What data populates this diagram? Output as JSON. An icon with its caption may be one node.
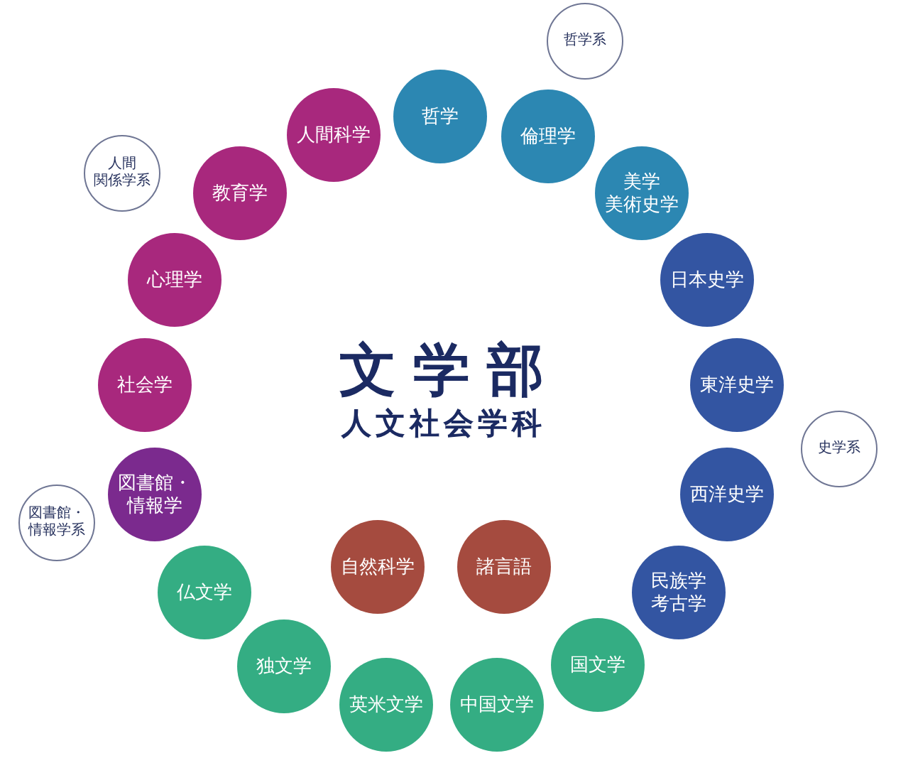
{
  "diagram": {
    "title": "文学部",
    "nodes": [
      {
        "text": [
          "哲学"
        ]
      },
      {
        "text": [
          "倫理学"
        ]
      },
      {
        "text": [
          "美学美術史学"
        ]
      },
      {
        "text": [
          "日本史学"
        ]
      },
      {
        "text": [
          "東洋史学"
        ]
      },
      {
        "text": [
          "西洋史学"
        ]
      },
      {
        "text": [
          "民族学考古学"
        ]
      },
      {
        "text": [
          "国文学"
        ]
      },
      {
        "text": [
          "中国文学"
        ]
      },
      {
        "text": [
          "英米文学"
        ]
      },
      {
        "text": [
          "独文学"
        ]
      },
      {
        "text": [
          "仏文学"
        ]
      },
      {
        "text": [
          "図書館・情報学"
        ]
      },
      {
        "text": [
          "社会学"
        ]
      },
      {
        "text": [
          "心理学"
        ]
      },
      {
        "text": [
          "教育学"
        ]
      },
      {
        "text": [
          "人間科学"
        ]
      },
      {
        "text": [
          "自然科学"
        ]
      },
      {
        "text": [
          "諸言語"
        ]
      },
      {
        "text": [
          "哲学系"
        ]
      },
      {
        "text": [
          "史学系"
        ]
      },
      {
        "text": [
          "図書館・情報学系"
        ]
      },
      {
        "text": [
          "人間関係学系"
        ]
      }
    ],
    "labels": [
      "人文社会学科"
    ]
  }
}
